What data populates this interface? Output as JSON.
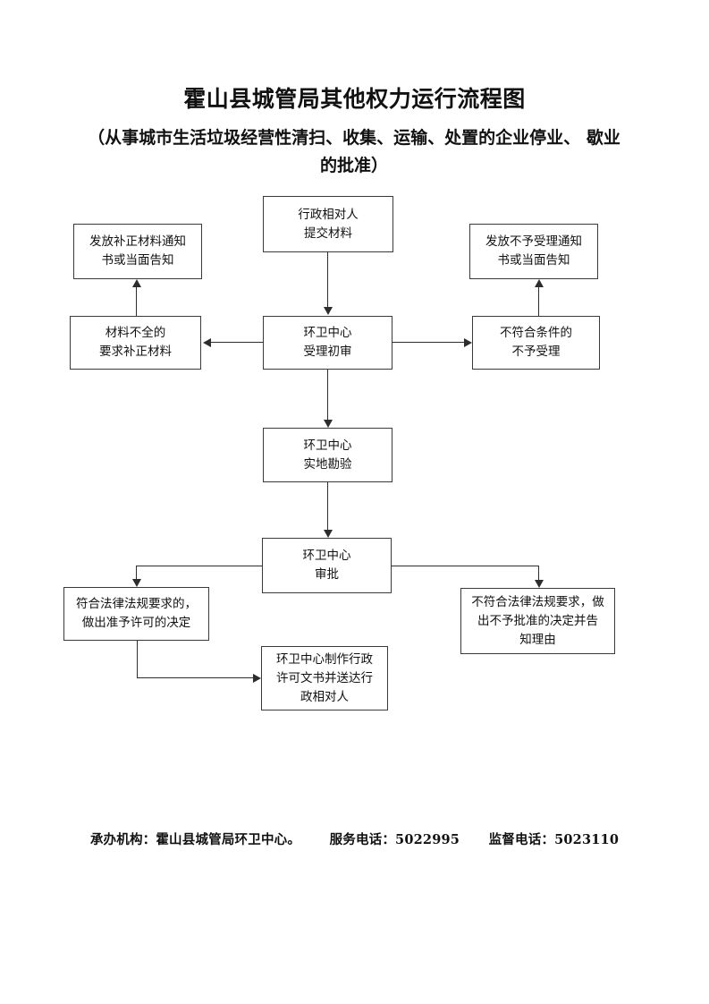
{
  "document": {
    "title_main": "霍山县城管局其他权力运行流程图",
    "title_sub_line1": "（从事城市生活垃圾经营性清扫、收集、运输、处置的企业停业、",
    "title_sub_line2": "歇业的批准）"
  },
  "flowchart": {
    "type": "flowchart",
    "nodes": [
      {
        "id": "applicant-submit",
        "lines": [
          "行政相对人",
          "提交材料"
        ]
      },
      {
        "id": "notice-supplement",
        "lines": [
          "发放补正材料通知",
          "书或当面告知"
        ]
      },
      {
        "id": "notice-reject-acceptance",
        "lines": [
          "发放不予受理通知",
          "书或当面告知"
        ]
      },
      {
        "id": "center-initial-review",
        "lines": [
          "环卫中心",
          "受理初审"
        ]
      },
      {
        "id": "incomplete-materials",
        "lines": [
          "材料不全的",
          "要求补正材料"
        ]
      },
      {
        "id": "not-meet-conditions",
        "lines": [
          "不符合条件的",
          "不予受理"
        ]
      },
      {
        "id": "center-site-inspection",
        "lines": [
          "环卫中心",
          "实地勘验"
        ]
      },
      {
        "id": "center-approval",
        "lines": [
          "环卫中心",
          "审批"
        ]
      },
      {
        "id": "approve-decision",
        "lines": [
          "符合法律法规要求的，",
          "做出准予许可的决定"
        ]
      },
      {
        "id": "reject-decision",
        "lines": [
          "不符合法律法规要求，做",
          "出不予批准的决定并告",
          "知理由"
        ]
      },
      {
        "id": "issue-license-document",
        "lines": [
          "环卫中心制作行政",
          "许可文书并送达行",
          "政相对人"
        ]
      }
    ]
  },
  "footer": {
    "agency": "承办机构：霍山县城管局环卫中心。",
    "service_phone": "服务电话：5022995",
    "supervision_phone": "监督电话：5023110"
  },
  "colors": {
    "border": "#3a3a3a",
    "connector": "#2d2d2d",
    "text": "#111111",
    "background": "#ffffff"
  }
}
